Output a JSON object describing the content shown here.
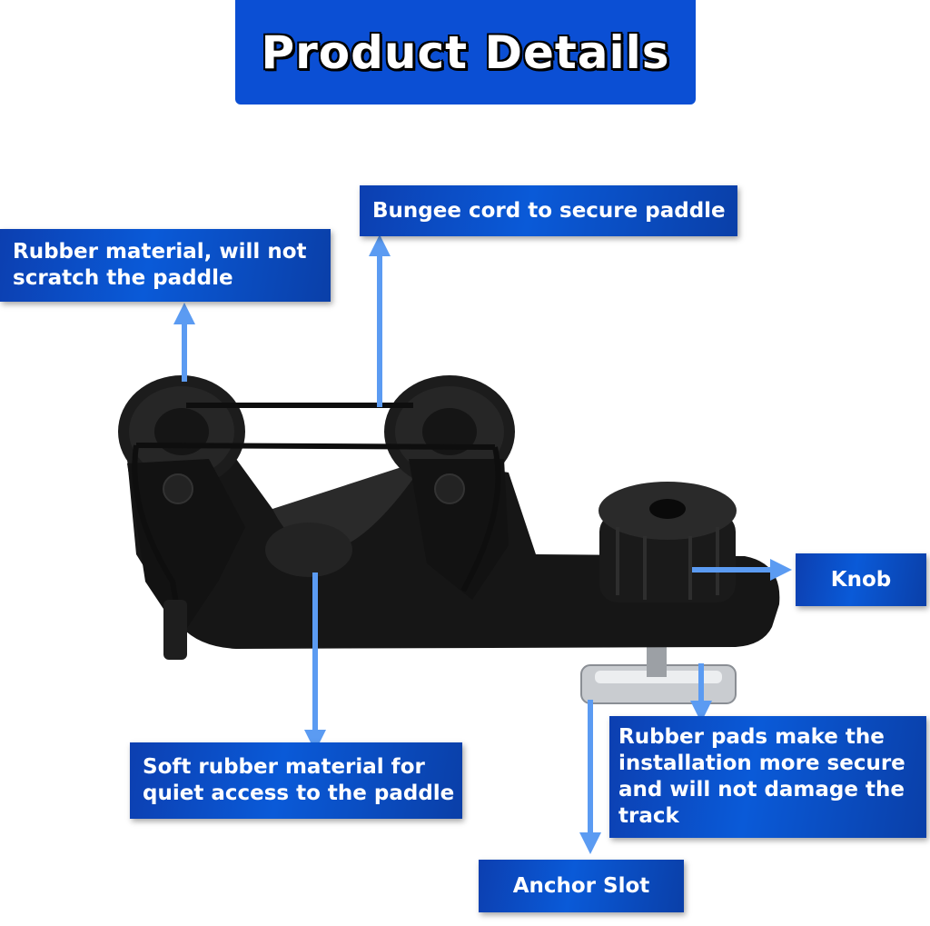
{
  "title": "Product Details",
  "labels": {
    "bungee": "Bungee cord to secure paddle",
    "rubber_material": [
      "Rubber material, will not",
      "scratch the paddle"
    ],
    "knob": "Knob",
    "soft_rubber": [
      "Soft rubber material for",
      "quiet access to the paddle"
    ],
    "rubber_pads": [
      "Rubber pads make the",
      "installation more secure",
      "and will not damage the",
      "track"
    ],
    "anchor_slot": "Anchor Slot"
  },
  "colors": {
    "label_blue": "#0a4fc8",
    "arrow_blue": "#5b9bf2",
    "product_black": "#161616"
  }
}
